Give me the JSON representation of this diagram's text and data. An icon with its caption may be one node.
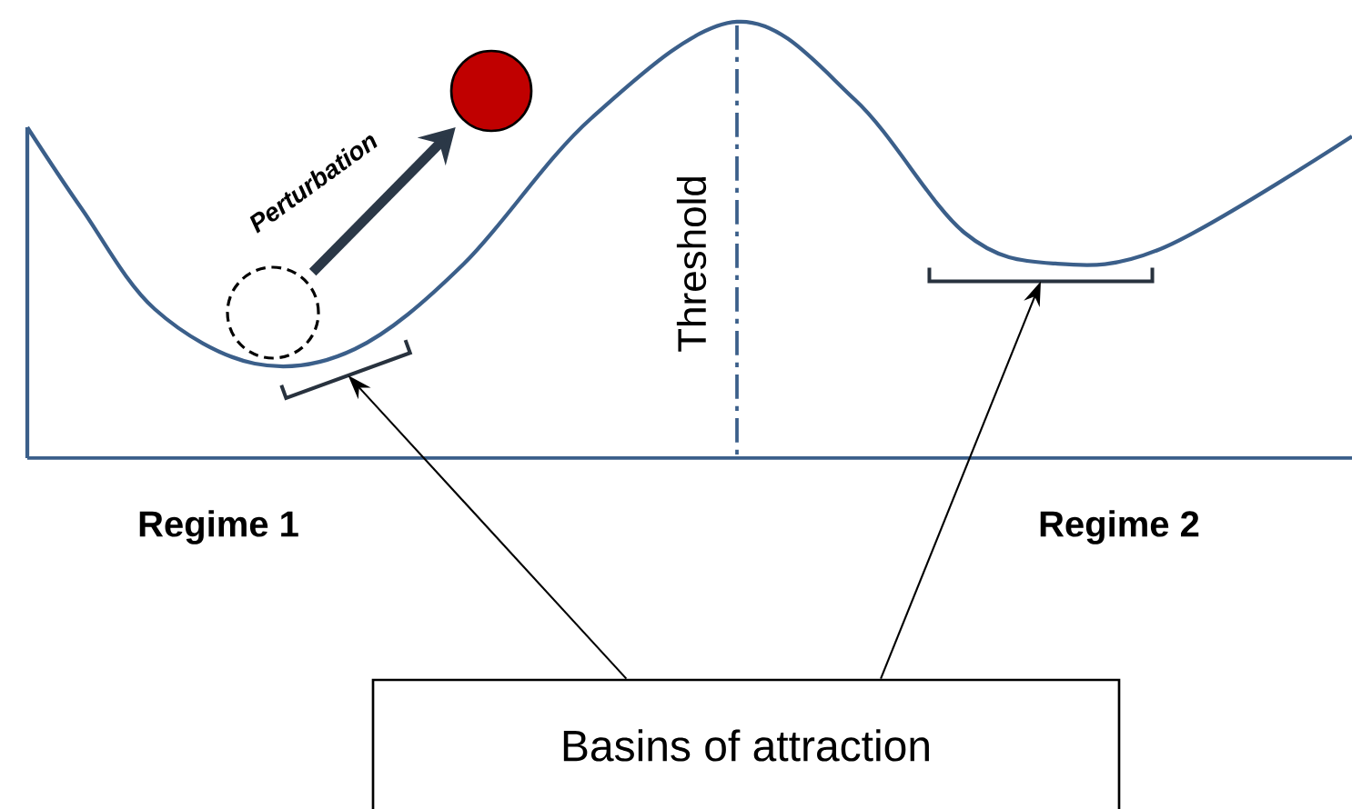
{
  "diagram": {
    "nodes": [
      {
        "text": [],
        "shape": "circle"
      },
      {
        "text": [],
        "shape": "circle"
      },
      {
        "text": [],
        "shape": "bar"
      },
      {
        "text": [],
        "shape": "bar"
      },
      {
        "text": [
          "Basins of attraction"
        ]
      }
    ],
    "edges": [
      {
        "from": 0,
        "to": 1,
        "arrow": "to",
        "label": "Perturbation",
        "style": "thick",
        "color": "#2b3847"
      },
      {
        "from": 4,
        "to": 2,
        "arrow": "to"
      },
      {
        "from": 4,
        "to": 3,
        "arrow": "to"
      }
    ],
    "labels": [
      "Threshold",
      "Regime 1",
      "Regime 2"
    ]
  }
}
